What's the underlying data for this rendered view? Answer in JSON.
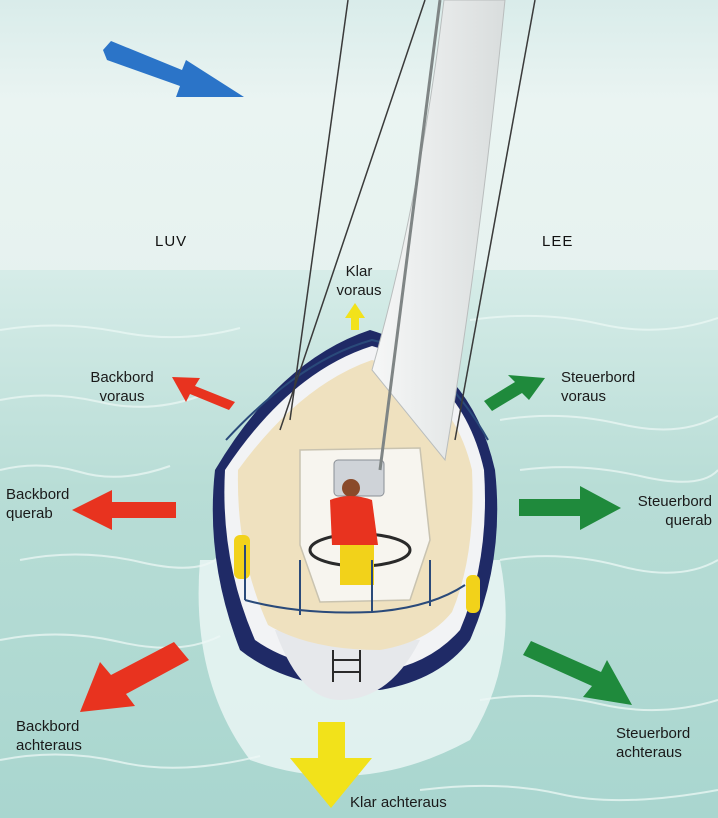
{
  "sides": {
    "windward": "LUV",
    "leeward": "LEE"
  },
  "directions": {
    "ahead": "Klar\nvoraus",
    "port_bow": "Backbord\nvoraus",
    "starboard_bow": "Steuerbord\nvoraus",
    "port_beam": "Backbord\nquerab",
    "starboard_beam": "Steuerbord\nquerab",
    "port_quarter": "Backbord\nachteraus",
    "starboard_quarter": "Steuerbord\nachteraus",
    "astern": "Klar achteraus"
  },
  "colors": {
    "wind_arrow": "#2b74c8",
    "port": "#e8331f",
    "starboard": "#1f8a3c",
    "fore_aft": "#f2e21a",
    "sea": "#bfe0d9",
    "sky": "#e4f1ef",
    "hull": "#1f2a66",
    "deck": "#efe1bf"
  },
  "icons": {
    "wind": "wind-arrow-icon",
    "boat": "sailboat-illustration"
  }
}
